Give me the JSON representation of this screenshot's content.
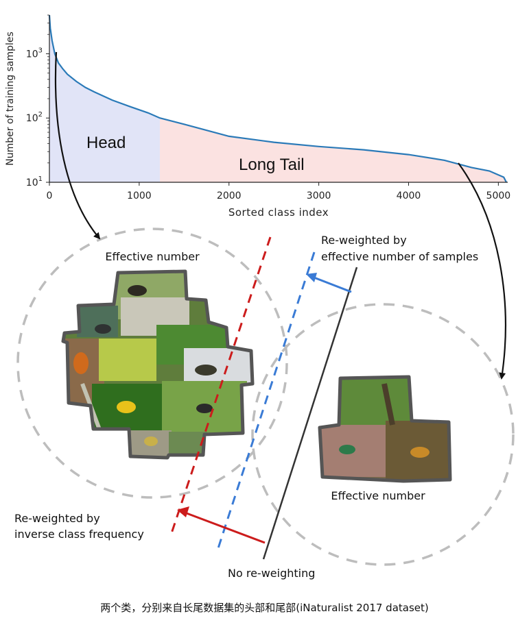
{
  "chart_data": {
    "type": "area",
    "ylabel": "Number of training samples",
    "xlabel": "Sorted class index",
    "x_ticks": [
      0,
      1000,
      2000,
      3000,
      4000,
      5000
    ],
    "y_ticks": [
      {
        "base": "10",
        "exp": "1",
        "value": 10
      },
      {
        "base": "10",
        "exp": "2",
        "value": 100
      },
      {
        "base": "10",
        "exp": "3",
        "value": 1000
      }
    ],
    "yscale": "log",
    "xlim": [
      0,
      5089
    ],
    "ylim": [
      10,
      4000
    ],
    "head_end_index": 1230,
    "series": [
      {
        "x": [
          0,
          10,
          30,
          60,
          100,
          150,
          200,
          300,
          400,
          500,
          700,
          900,
          1100,
          1230,
          1500,
          2000,
          2500,
          3000,
          3500,
          4000,
          4400,
          4700,
          4900,
          5000,
          5060,
          5089
        ],
        "y": [
          4000,
          2500,
          1600,
          1000,
          720,
          580,
          480,
          370,
          300,
          255,
          190,
          150,
          120,
          100,
          80,
          52,
          42,
          36,
          32,
          27,
          22,
          17,
          15,
          13,
          12,
          10
        ]
      }
    ],
    "region_labels": {
      "head": "Head",
      "tail": "Long Tail"
    },
    "colors": {
      "line": "#2a7ab8",
      "head_fill": "#e1e4f7",
      "tail_fill": "#fbe2e1"
    }
  },
  "diagram": {
    "head_effective_label": "Effective number",
    "tail_effective_label": "Effective number",
    "reweight_effective_label_line1": "Re-weighted by",
    "reweight_effective_label_line2": "effective number of samples",
    "reweight_inverse_label_line1": "Re-weighted by",
    "reweight_inverse_label_line2": "inverse class frequency",
    "no_reweight_label": "No re-weighting",
    "colors": {
      "red": "#cc1c1c",
      "blue": "#3a7bd5",
      "gray_circle": "#bdbdbd",
      "black_line": "#333333"
    }
  },
  "caption": "两个类，分别来自长尾数据集的头部和尾部(iNaturalist 2017 dataset)"
}
